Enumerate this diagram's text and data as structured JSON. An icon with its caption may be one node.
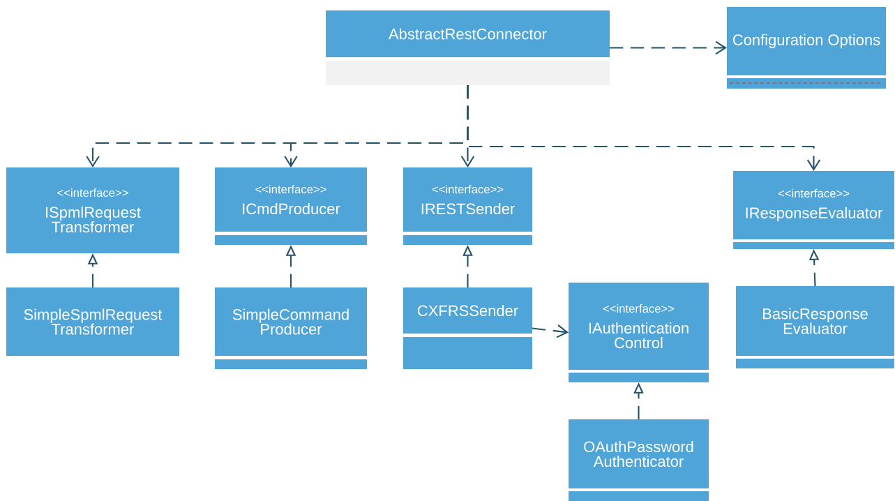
{
  "diagram": {
    "nodes": [
      {
        "text": [
          "AbstractRestConnector"
        ]
      },
      {
        "text": [
          "Configuration Options"
        ]
      },
      {
        "text": [
          "<<interface>>",
          "ISpmlRequest Transformer"
        ]
      },
      {
        "text": [
          "<<interface>>",
          "ICmdProducer"
        ]
      },
      {
        "text": [
          "<<interface>>",
          "IRESTSender"
        ]
      },
      {
        "text": [
          "<<interface>>",
          "IResponseEvaluator"
        ]
      },
      {
        "text": [
          "SimpleSpmlRequest Transformer"
        ]
      },
      {
        "text": [
          "SimpleCommand Producer"
        ]
      },
      {
        "text": [
          "CXFRSSender"
        ]
      },
      {
        "text": [
          "<<interface>>",
          "IAuthentication Control"
        ]
      },
      {
        "text": [
          "BasicResponse Evaluator"
        ]
      },
      {
        "text": [
          "OAuthPassword Authenticator"
        ]
      }
    ],
    "edges": [
      {
        "from": 0,
        "to": 1,
        "arrow": "to",
        "style": "dashed"
      },
      {
        "from": 0,
        "to": 2,
        "arrow": "to",
        "style": "dashed"
      },
      {
        "from": 0,
        "to": 3,
        "arrow": "to",
        "style": "dashed"
      },
      {
        "from": 0,
        "to": 4,
        "arrow": "to",
        "style": "dashed"
      },
      {
        "from": 0,
        "to": 5,
        "arrow": "to",
        "style": "dashed"
      },
      {
        "from": 6,
        "to": 2,
        "arrow": "to",
        "style": "dashed"
      },
      {
        "from": 7,
        "to": 3,
        "arrow": "to",
        "style": "dashed"
      },
      {
        "from": 8,
        "to": 4,
        "arrow": "to",
        "style": "dashed"
      },
      {
        "from": 8,
        "to": 9,
        "arrow": "to",
        "style": "dashed"
      },
      {
        "from": 10,
        "to": 5,
        "arrow": "to",
        "style": "dashed"
      },
      {
        "from": 11,
        "to": 9,
        "arrow": "to",
        "style": "dashed"
      }
    ]
  }
}
